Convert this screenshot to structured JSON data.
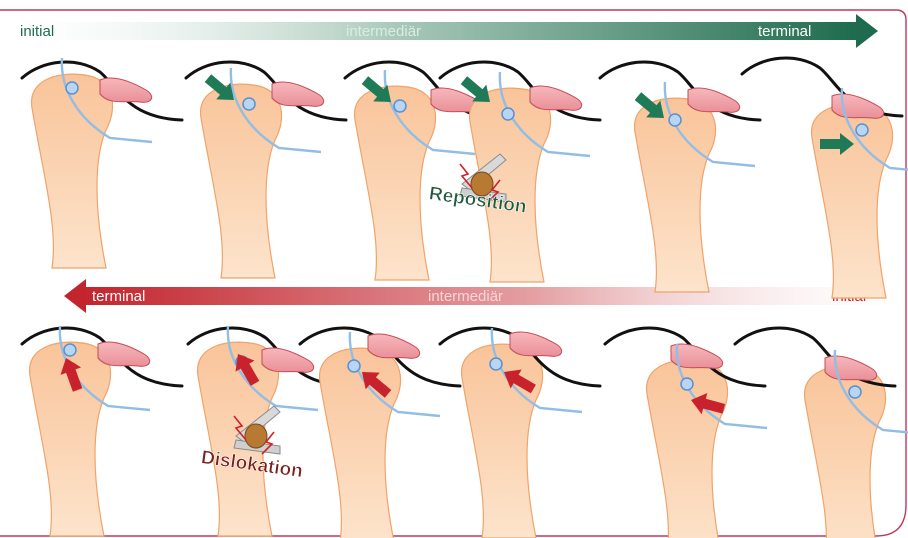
{
  "top_row": {
    "label_initial": "initial",
    "label_intermediate": "intermediär",
    "label_terminal": "terminal",
    "label_action": "Reposition",
    "arrow_color": "#1e7a57",
    "bar_color": "#1e6b4f"
  },
  "bottom_row": {
    "label_terminal": "terminal",
    "label_intermediate": "intermediär",
    "label_initial": "initial",
    "label_action": "Dislokation",
    "arrow_color": "#c8232c",
    "bar_color": "#c2252d"
  },
  "colors": {
    "condyle_fill": "#f8c79b",
    "condyle_stroke": "#f0a36a",
    "disc_fill": "#f2a0a6",
    "disc_stroke": "#c44b56",
    "ligament": "#92bde4",
    "fossa": "#111111",
    "frame": "#c0395a"
  }
}
